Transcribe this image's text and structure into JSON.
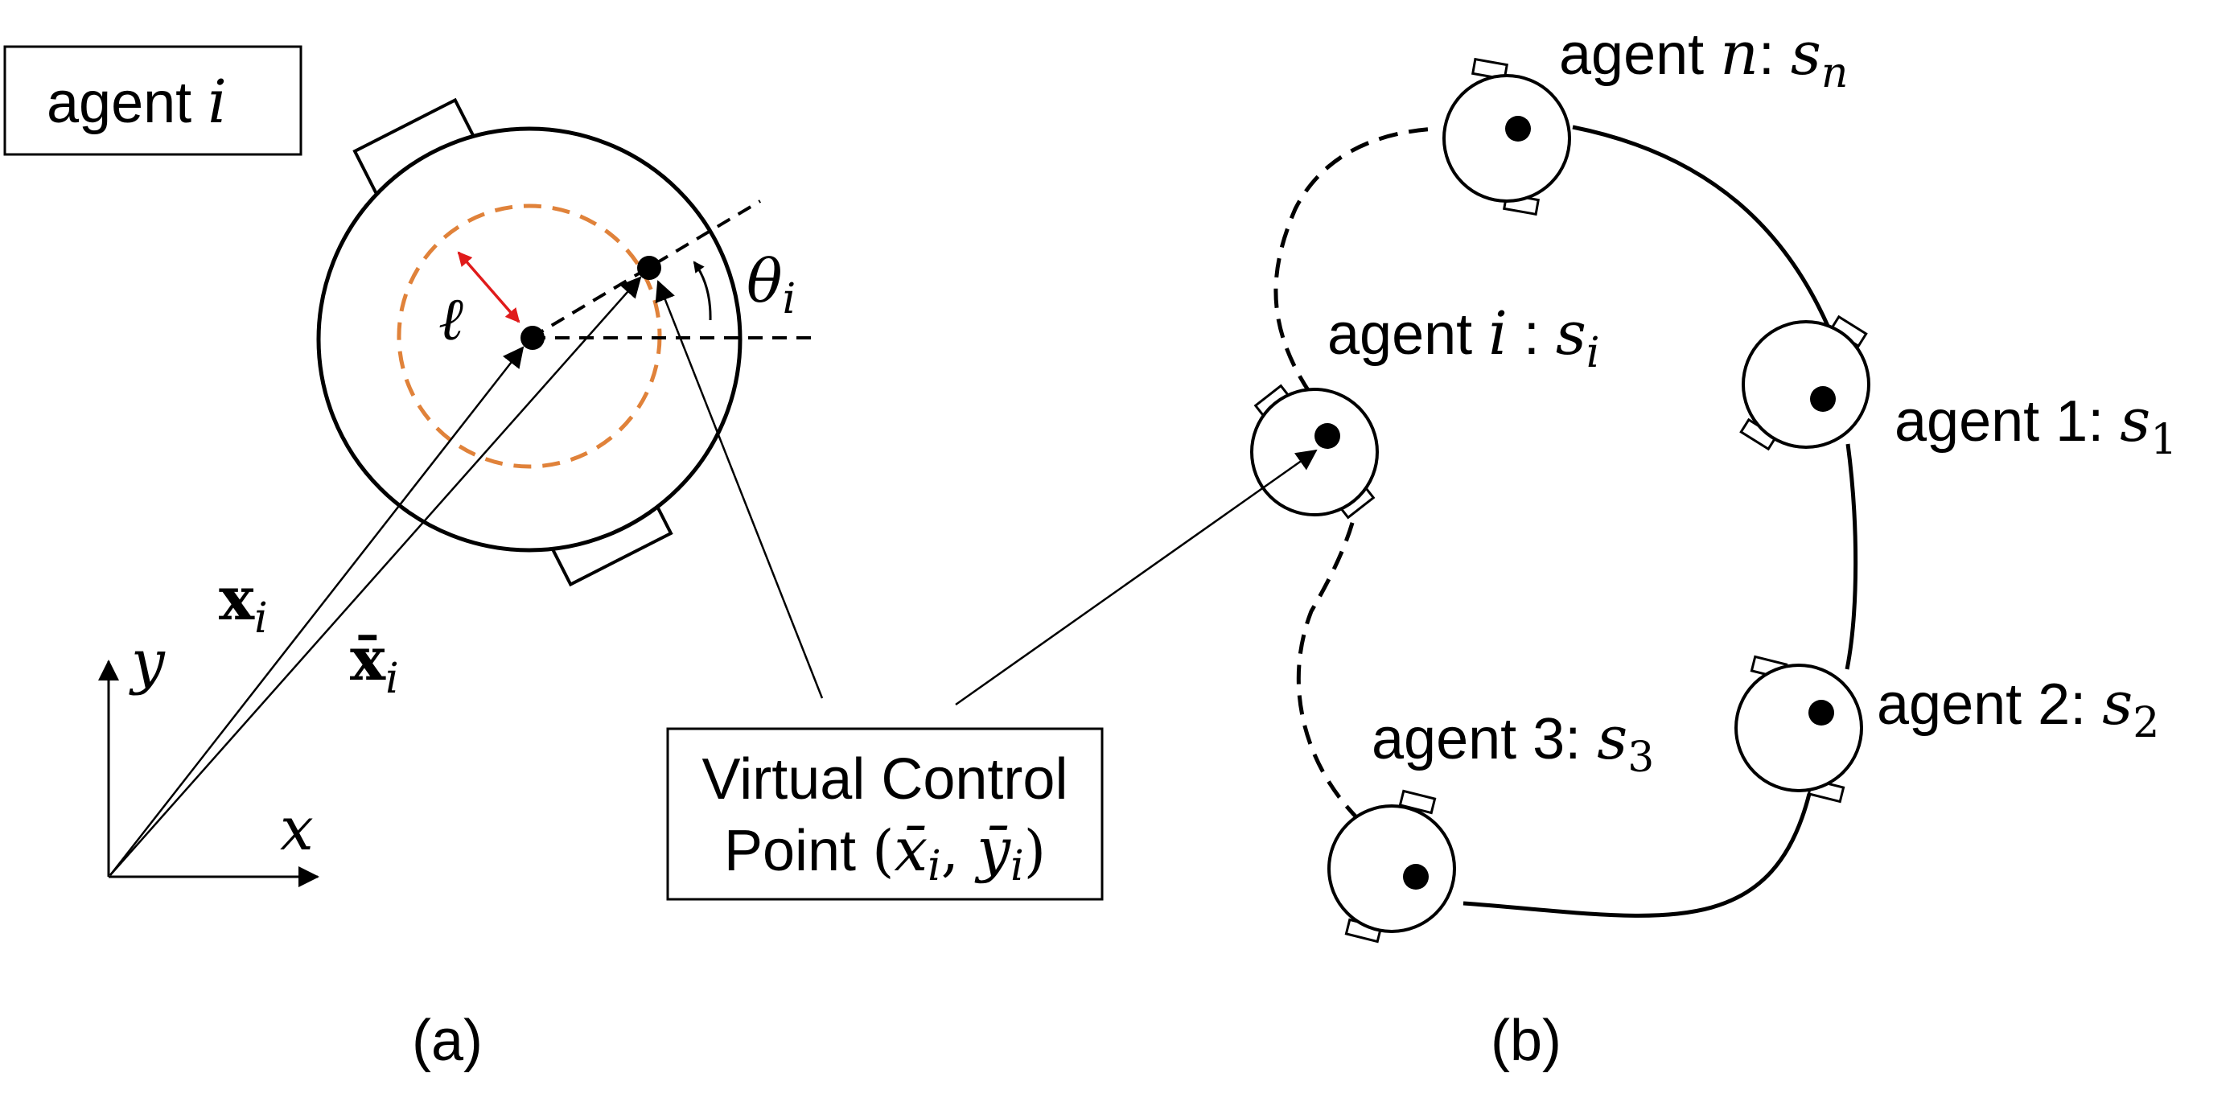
{
  "panel_a": {
    "box_label": {
      "text": "agent ",
      "var": "i"
    },
    "ell": "ℓ",
    "theta": {
      "base": "θ",
      "sub": "i"
    },
    "x_vec": {
      "base": "x",
      "sub": "i"
    },
    "xbar_vec": {
      "base": "x̄",
      "sub": "i"
    },
    "axis_y": "y",
    "axis_x": "x",
    "caption": "(a)"
  },
  "vcp_box": {
    "line1": "Virtual Control",
    "line2": "Point ",
    "coords": {
      "open": "(",
      "x": "x̄",
      "x_sub": "i",
      "comma": ", ",
      "y": "ȳ",
      "y_sub": "i",
      "close": ")"
    }
  },
  "panel_b": {
    "agent_n": {
      "prefix": "agent ",
      "var": "n",
      "colon": ": ",
      "s": "s",
      "sub": "n"
    },
    "agent_i": {
      "prefix": "agent ",
      "var": "i",
      "colon": " : ",
      "s": "s",
      "sub": "i"
    },
    "agent_1": {
      "prefix": "agent 1: ",
      "s": "s",
      "sub": "1"
    },
    "agent_2": {
      "prefix": "agent 2: ",
      "s": "s",
      "sub": "2"
    },
    "agent_3": {
      "prefix": "agent 3: ",
      "s": "s",
      "sub": "3"
    },
    "caption": "(b)"
  },
  "colors": {
    "stroke": "#000000",
    "orange_circle": "#e0823a",
    "red_arrow": "#e01b1b"
  }
}
